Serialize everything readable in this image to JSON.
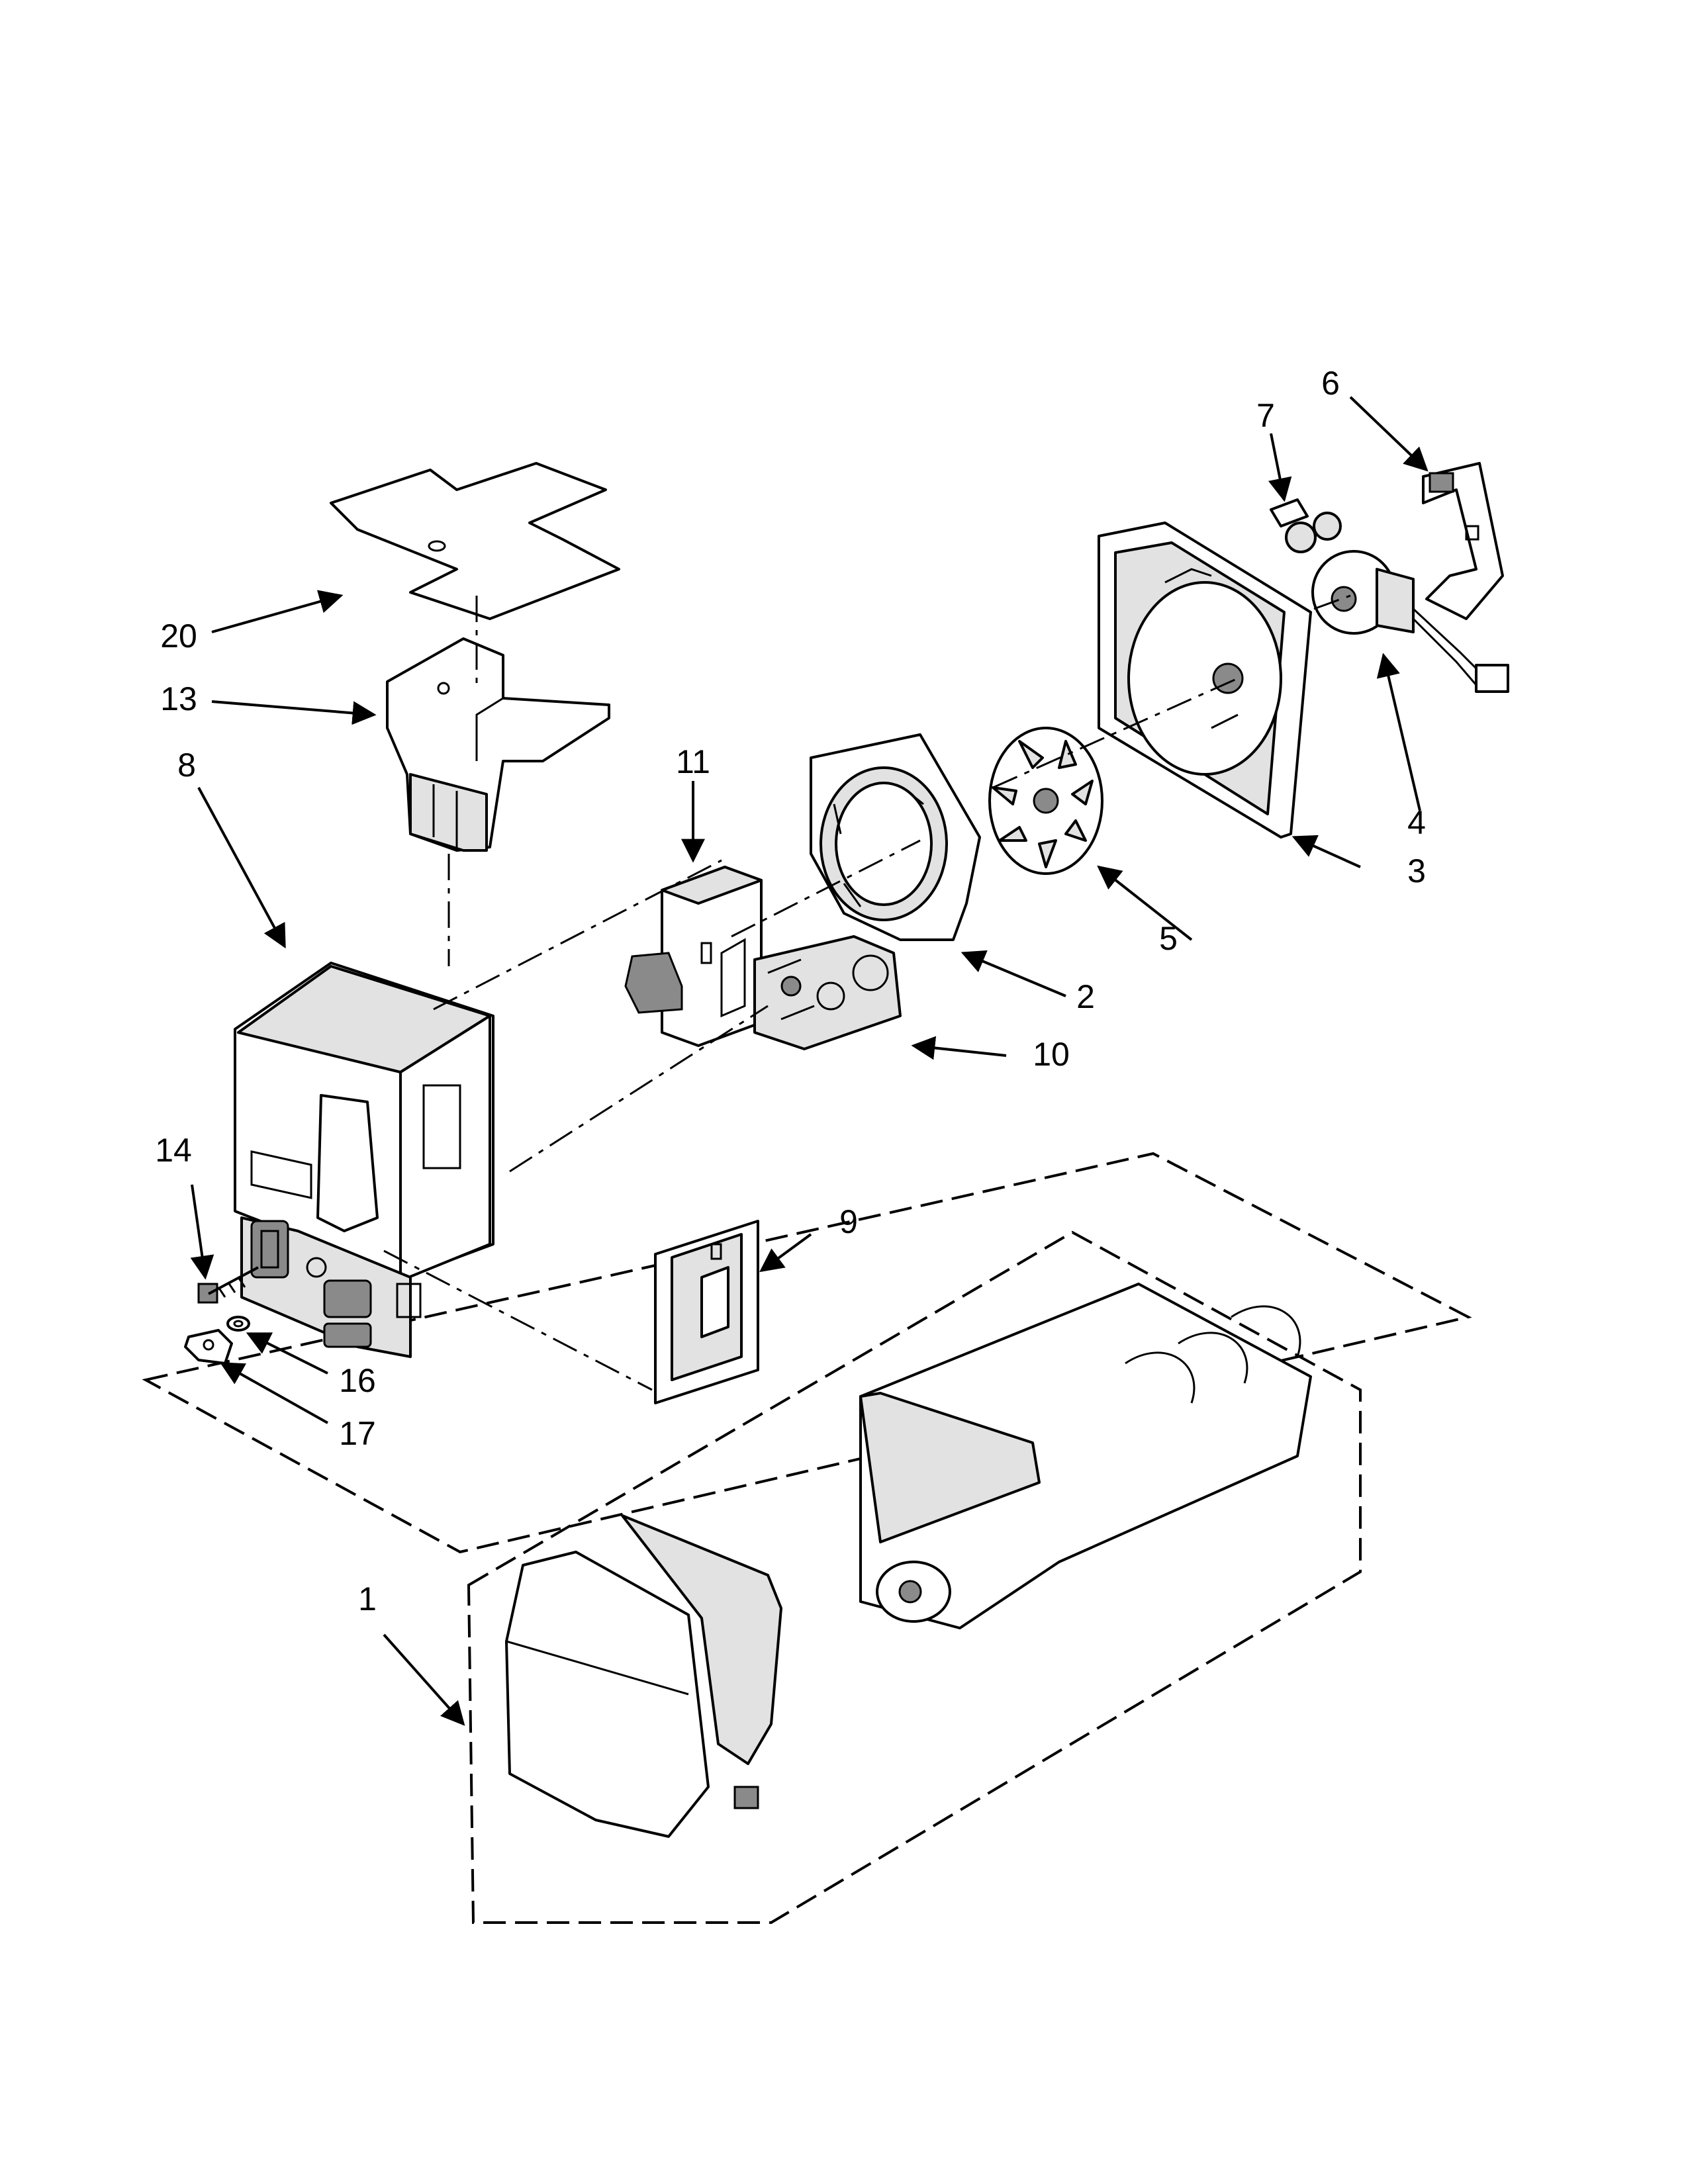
{
  "diagram": {
    "callouts": [
      {
        "id": "c1",
        "label": "1"
      },
      {
        "id": "c2",
        "label": "2"
      },
      {
        "id": "c3",
        "label": "3"
      },
      {
        "id": "c4",
        "label": "4"
      },
      {
        "id": "c5",
        "label": "5"
      },
      {
        "id": "c6",
        "label": "6"
      },
      {
        "id": "c7",
        "label": "7"
      },
      {
        "id": "c8",
        "label": "8"
      },
      {
        "id": "c9",
        "label": "9"
      },
      {
        "id": "c10",
        "label": "10"
      },
      {
        "id": "c11",
        "label": "11"
      },
      {
        "id": "c13",
        "label": "13"
      },
      {
        "id": "c14",
        "label": "14"
      },
      {
        "id": "c16",
        "label": "16"
      },
      {
        "id": "c17",
        "label": "17"
      },
      {
        "id": "c20",
        "label": "20"
      }
    ]
  }
}
